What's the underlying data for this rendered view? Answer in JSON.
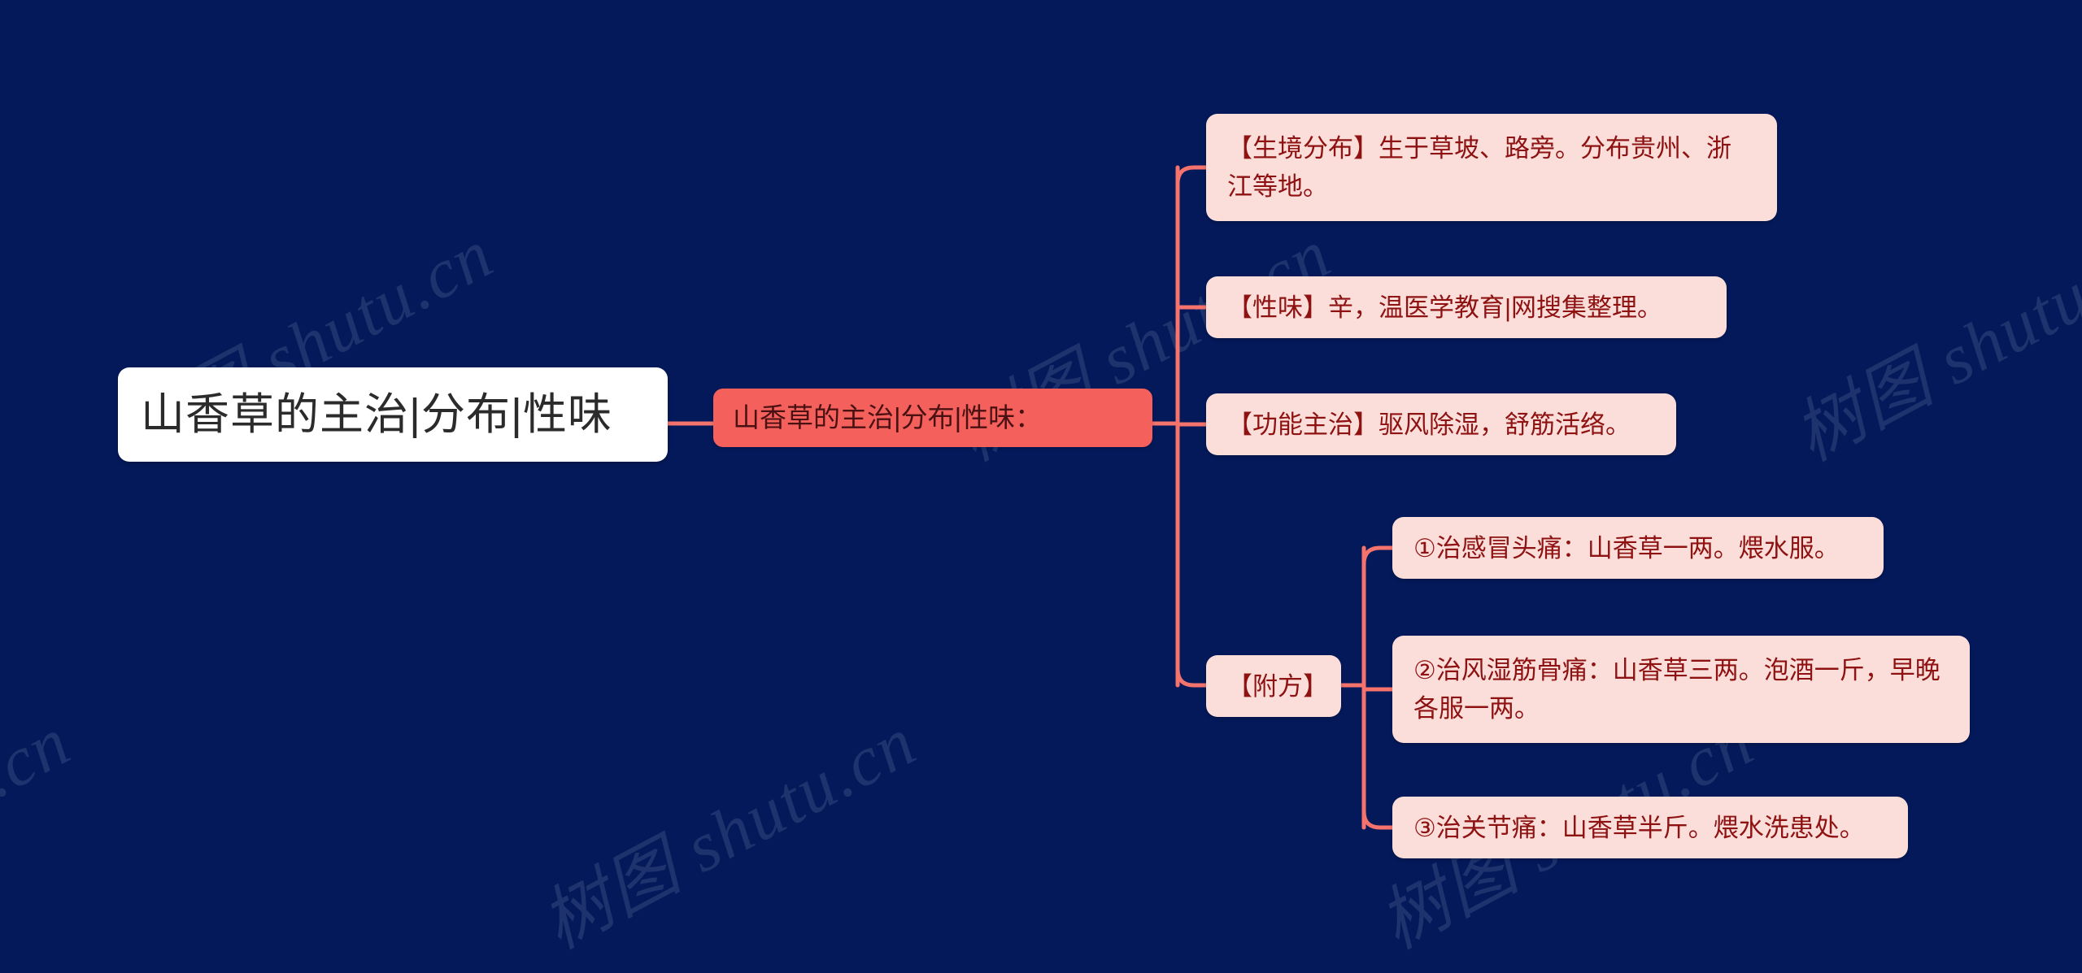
{
  "canvas": {
    "background_color": "#04195A",
    "connector_color": "#F4736C"
  },
  "watermark": {
    "text": "树图 shutu.cn",
    "color": "#D2DEF0"
  },
  "root": {
    "label": "山香草的主治|分布|性味",
    "background_color": "#FFFFFF",
    "text_color": "#2B2B2B"
  },
  "center": {
    "label": "山香草的主治|分布|性味：",
    "background_color": "#F4605C",
    "text_color": "#4A1112"
  },
  "branches": [
    {
      "label": "【生境分布】生于草坡、路旁。分布贵州、浙江等地。"
    },
    {
      "label": "【性味】辛，温医学教育|网搜集整理。"
    },
    {
      "label": "【功能主治】驱风除湿，舒筋活络。"
    },
    {
      "label": "【附方】"
    }
  ],
  "recipes": [
    {
      "label": "①治感冒头痛：山香草一两。煨水服。"
    },
    {
      "label": "②治风湿筋骨痛：山香草三两。泡酒一斤，早晚各服一两。"
    },
    {
      "label": "③治关节痛：山香草半斤。煨水洗患处。"
    }
  ],
  "node_style": {
    "branch_background_color": "#FBDEDA",
    "branch_text_color": "#8E1212"
  }
}
